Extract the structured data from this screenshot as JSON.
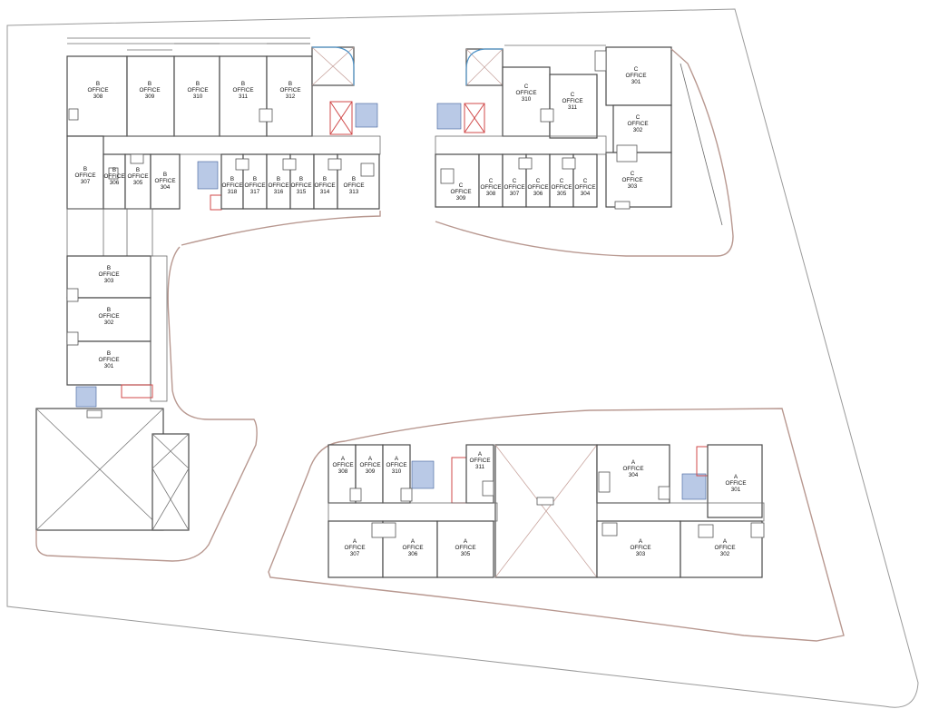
{
  "colors": {
    "walls": "#4a4a4a",
    "site_boundary": "#9a9a9a",
    "landscape_curves": "#b89890",
    "stairs": "#b9c9e6",
    "service_core": "#d04a4a",
    "door_swing": "#4f93c7",
    "fixtures": "#f1c76a"
  },
  "rooms": [
    {
      "block": "B",
      "label": "OFFICE",
      "num": "308"
    },
    {
      "block": "B",
      "label": "OFFICE",
      "num": "309"
    },
    {
      "block": "B",
      "label": "OFFICE",
      "num": "310"
    },
    {
      "block": "B",
      "label": "OFFICE",
      "num": "311"
    },
    {
      "block": "B",
      "label": "OFFICE",
      "num": "312"
    },
    {
      "block": "B",
      "label": "OFFICE",
      "num": "307"
    },
    {
      "block": "B",
      "label": "OFFICE",
      "num": "306"
    },
    {
      "block": "B",
      "label": "OFFICE",
      "num": "305"
    },
    {
      "block": "B",
      "label": "OFFICE",
      "num": "304"
    },
    {
      "block": "B",
      "label": "OFFICE",
      "num": "318"
    },
    {
      "block": "B",
      "label": "OFFICE",
      "num": "317"
    },
    {
      "block": "B",
      "label": "OFFICE",
      "num": "316"
    },
    {
      "block": "B",
      "label": "OFFICE",
      "num": "315"
    },
    {
      "block": "B",
      "label": "OFFICE",
      "num": "314"
    },
    {
      "block": "B",
      "label": "OFFICE",
      "num": "313"
    },
    {
      "block": "B",
      "label": "OFFICE",
      "num": "303"
    },
    {
      "block": "B",
      "label": "OFFICE",
      "num": "302"
    },
    {
      "block": "B",
      "label": "OFFICE",
      "num": "301"
    },
    {
      "block": "C",
      "label": "OFFICE",
      "num": "310"
    },
    {
      "block": "C",
      "label": "OFFICE",
      "num": "311"
    },
    {
      "block": "C",
      "label": "OFFICE",
      "num": "301"
    },
    {
      "block": "C",
      "label": "OFFICE",
      "num": "302"
    },
    {
      "block": "C",
      "label": "OFFICE",
      "num": "303"
    },
    {
      "block": "C",
      "label": "OFFICE",
      "num": "309"
    },
    {
      "block": "C",
      "label": "OFFICE",
      "num": "308"
    },
    {
      "block": "C",
      "label": "OFFICE",
      "num": "307"
    },
    {
      "block": "C",
      "label": "OFFICE",
      "num": "306"
    },
    {
      "block": "C",
      "label": "OFFICE",
      "num": "305"
    },
    {
      "block": "C",
      "label": "OFFICE",
      "num": "304"
    },
    {
      "block": "A",
      "label": "OFFICE",
      "num": "308"
    },
    {
      "block": "A",
      "label": "OFFICE",
      "num": "309"
    },
    {
      "block": "A",
      "label": "OFFICE",
      "num": "310"
    },
    {
      "block": "A",
      "label": "OFFICE",
      "num": "311"
    },
    {
      "block": "A",
      "label": "OFFICE",
      "num": "304"
    },
    {
      "block": "A",
      "label": "OFFICE",
      "num": "301"
    },
    {
      "block": "A",
      "label": "OFFICE",
      "num": "307"
    },
    {
      "block": "A",
      "label": "OFFICE",
      "num": "306"
    },
    {
      "block": "A",
      "label": "OFFICE",
      "num": "305"
    },
    {
      "block": "A",
      "label": "OFFICE",
      "num": "303"
    },
    {
      "block": "A",
      "label": "OFFICE",
      "num": "302"
    }
  ]
}
